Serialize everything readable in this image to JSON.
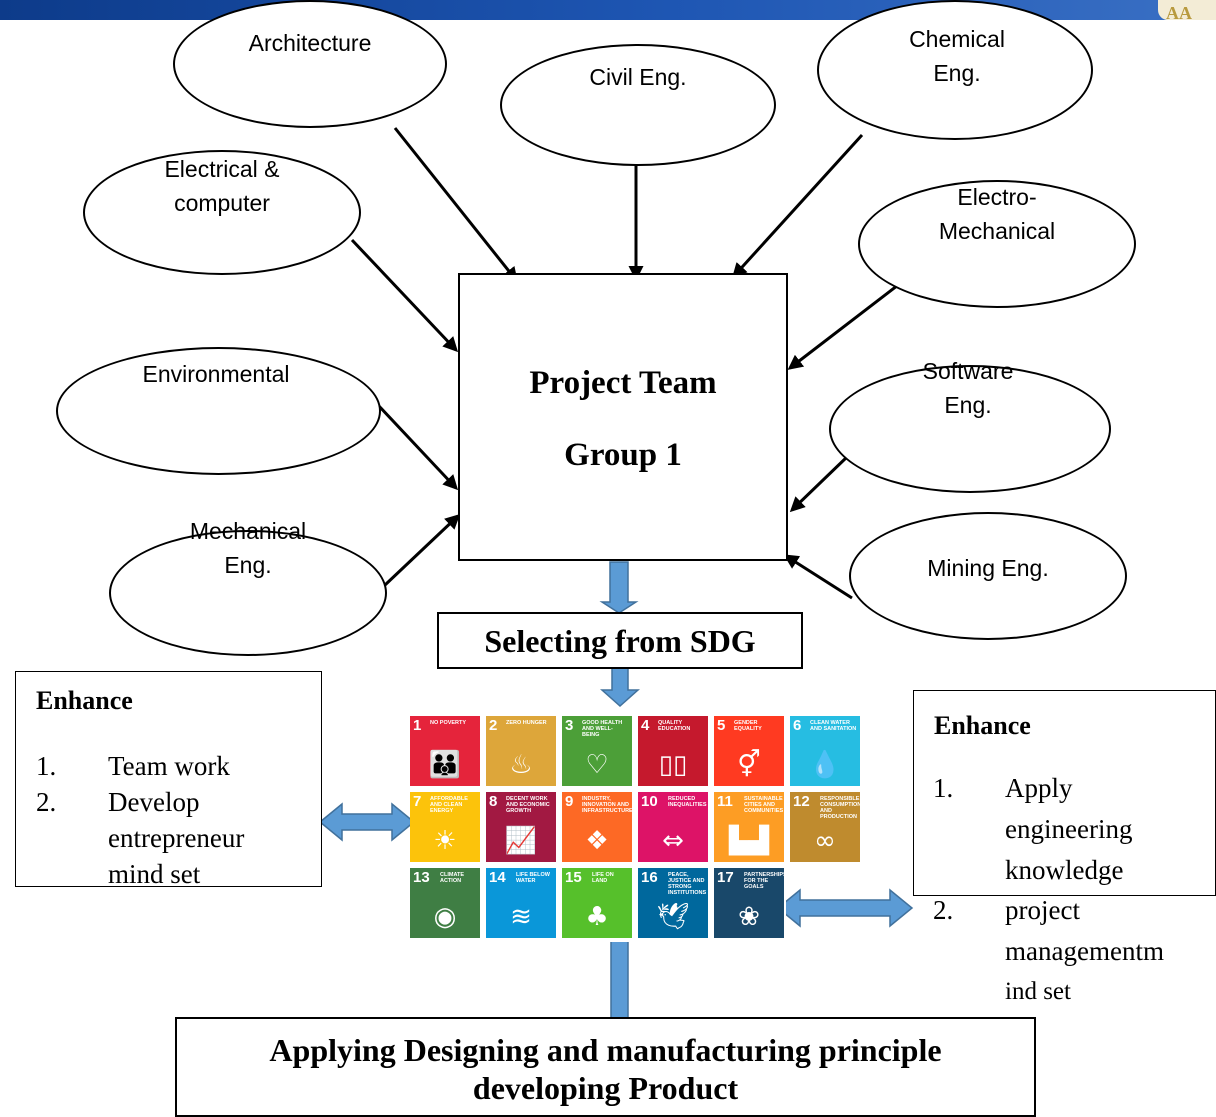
{
  "ellipses": {
    "architecture": [
      "Architecture"
    ],
    "civil": [
      "Civil Eng."
    ],
    "chemical": [
      "Chemical",
      "Eng."
    ],
    "electrical": [
      "Electrical &",
      "computer"
    ],
    "electromechanical": [
      "Electro-",
      "Mechanical"
    ],
    "environmental": [
      "Environmental"
    ],
    "software": [
      "Software",
      "Eng."
    ],
    "mechanical": [
      "Mechanical",
      "Eng."
    ],
    "mining": [
      "Mining Eng."
    ]
  },
  "center_box": {
    "line1": "Project Team",
    "line2": "Group 1"
  },
  "sdg_box": {
    "label": "Selecting from SDG"
  },
  "left_box": {
    "title": "Enhance",
    "items": [
      {
        "num": "1.",
        "text": "Team work"
      },
      {
        "num": "2.",
        "text": "Develop"
      },
      {
        "num": "",
        "text": "entrepreneur"
      },
      {
        "num": "",
        "text": "mind set"
      }
    ]
  },
  "right_box": {
    "title": "Enhance",
    "items": [
      {
        "num": "1.",
        "text": "Apply"
      },
      {
        "num": "",
        "text": "engineering"
      },
      {
        "num": "",
        "text": "knowledge"
      },
      {
        "num": "2.",
        "text": "project"
      },
      {
        "num": "",
        "text": "managementm"
      },
      {
        "num": "",
        "text": "ind set"
      }
    ]
  },
  "bottom_box": {
    "line1": "Applying Designing and manufacturing principle",
    "line2": "developing Product"
  },
  "sdg_tiles": [
    {
      "num": "1",
      "caption": "No Poverty",
      "icon": "family-icon",
      "glyph": "👪",
      "color": "#e5243b"
    },
    {
      "num": "2",
      "caption": "Zero Hunger",
      "icon": "bowl-icon",
      "glyph": "♨",
      "color": "#dda63a"
    },
    {
      "num": "3",
      "caption": "Good Health and Well-Being",
      "icon": "heartbeat-icon",
      "glyph": "♡",
      "color": "#4c9f38"
    },
    {
      "num": "4",
      "caption": "Quality Education",
      "icon": "book-icon",
      "glyph": "▯▯",
      "color": "#c5192d"
    },
    {
      "num": "5",
      "caption": "Gender Equality",
      "icon": "gender-icon",
      "glyph": "⚥",
      "color": "#ff3a21"
    },
    {
      "num": "6",
      "caption": "Clean Water and Sanitation",
      "icon": "water-drop-icon",
      "glyph": "💧",
      "color": "#26bde2"
    },
    {
      "num": "7",
      "caption": "Affordable and Clean Energy",
      "icon": "sun-icon",
      "glyph": "☀",
      "color": "#fcc30b"
    },
    {
      "num": "8",
      "caption": "Decent Work and Economic Growth",
      "icon": "growth-chart-icon",
      "glyph": "📈",
      "color": "#a21942"
    },
    {
      "num": "9",
      "caption": "Industry, Innovation and Infrastructure",
      "icon": "cubes-icon",
      "glyph": "❖",
      "color": "#fd6925"
    },
    {
      "num": "10",
      "caption": "Reduced Inequalities",
      "icon": "equal-arrows-icon",
      "glyph": "⇔",
      "color": "#dd1367"
    },
    {
      "num": "11",
      "caption": "Sustainable Cities and Communities",
      "icon": "city-icon",
      "glyph": "▙▟",
      "color": "#fd9d24"
    },
    {
      "num": "12",
      "caption": "Responsible Consumption and Production",
      "icon": "infinity-icon",
      "glyph": "∞",
      "color": "#bf8b2e"
    },
    {
      "num": "13",
      "caption": "Climate Action",
      "icon": "eye-globe-icon",
      "glyph": "◉",
      "color": "#3f7e44"
    },
    {
      "num": "14",
      "caption": "Life Below Water",
      "icon": "fish-icon",
      "glyph": "≋",
      "color": "#0a97d9"
    },
    {
      "num": "15",
      "caption": "Life On Land",
      "icon": "tree-icon",
      "glyph": "♣",
      "color": "#56c02b"
    },
    {
      "num": "16",
      "caption": "Peace, Justice and Strong Institutions",
      "icon": "dove-icon",
      "glyph": "🕊",
      "color": "#00689d"
    },
    {
      "num": "17",
      "caption": "Partnerships for the Goals",
      "icon": "flower-rings-icon",
      "glyph": "❀",
      "color": "#19486a"
    }
  ]
}
